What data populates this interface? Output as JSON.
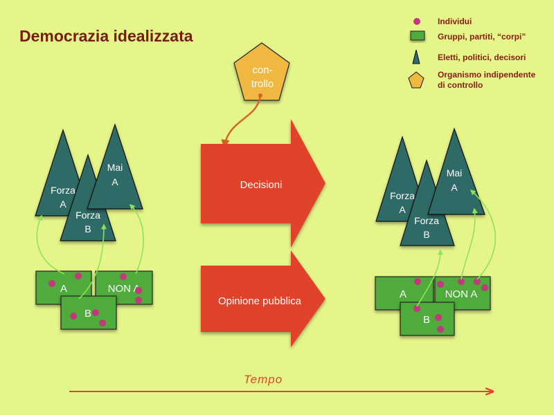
{
  "title": "Democrazia idealizzata",
  "colors": {
    "background": "#e6f58a",
    "title": "#7a1a12",
    "legend_text": "#8a1a12",
    "individual": "#c0397a",
    "group_fill": "#4fab3a",
    "triangle_fill": "#2f6b66",
    "pentagon_fill": "#f0b840",
    "arrow_fill": "#e0432c",
    "link_arrow": "#8ce35a",
    "control_arrow": "#d2632b",
    "time_arrow": "#e0442c"
  },
  "legend": {
    "individui": "Individui",
    "gruppi": "Gruppi, partiti, “corpi”",
    "eletti": "Eletti, politici, decisori",
    "organismo_1": "Organismo indipendente",
    "organismo_2": "di controllo"
  },
  "control": {
    "line1": "con-",
    "line2": "trollo"
  },
  "arrows": {
    "decisioni": "Decisioni",
    "opinione": "Opinione pubblica"
  },
  "time": "Tempo",
  "left": {
    "forza_a_1": "Forza",
    "forza_a_2": "A",
    "forza_b_1": "Forza",
    "forza_b_2": "B",
    "mai_a_1": "Mai",
    "mai_a_2": "A",
    "group_a": "A",
    "group_non_a": "NON A",
    "group_b": "B"
  },
  "right": {
    "forza_a_1": "Forza",
    "forza_a_2": "A",
    "forza_b_1": "Forza",
    "forza_b_2": "B",
    "mai_a_1": "Mai",
    "mai_a_2": "A",
    "group_a": "A",
    "group_non_a": "NON A",
    "group_b": "B"
  }
}
